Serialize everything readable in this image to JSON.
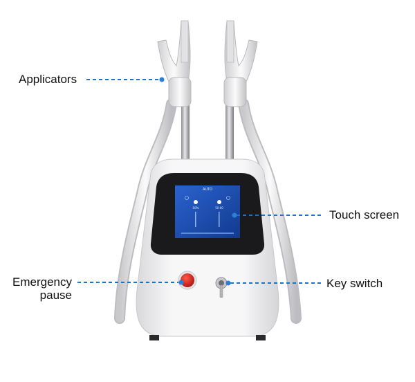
{
  "callouts": {
    "applicators": "Applicators",
    "touch_screen": "Touch screen",
    "emergency_line1": "Emergency",
    "emergency_line2": "pause",
    "key_switch": "Key switch"
  },
  "screen": {
    "mode": "AUTO",
    "left_value": "50%",
    "right_value": "50-00"
  },
  "colors": {
    "callout_line": "#1a73c9",
    "callout_dot": "#2b7fd6",
    "body": "#f3f3f5",
    "bezel": "#1a1a1c",
    "display": "#1d4fb5",
    "emergency_button": "#d21f1f"
  }
}
